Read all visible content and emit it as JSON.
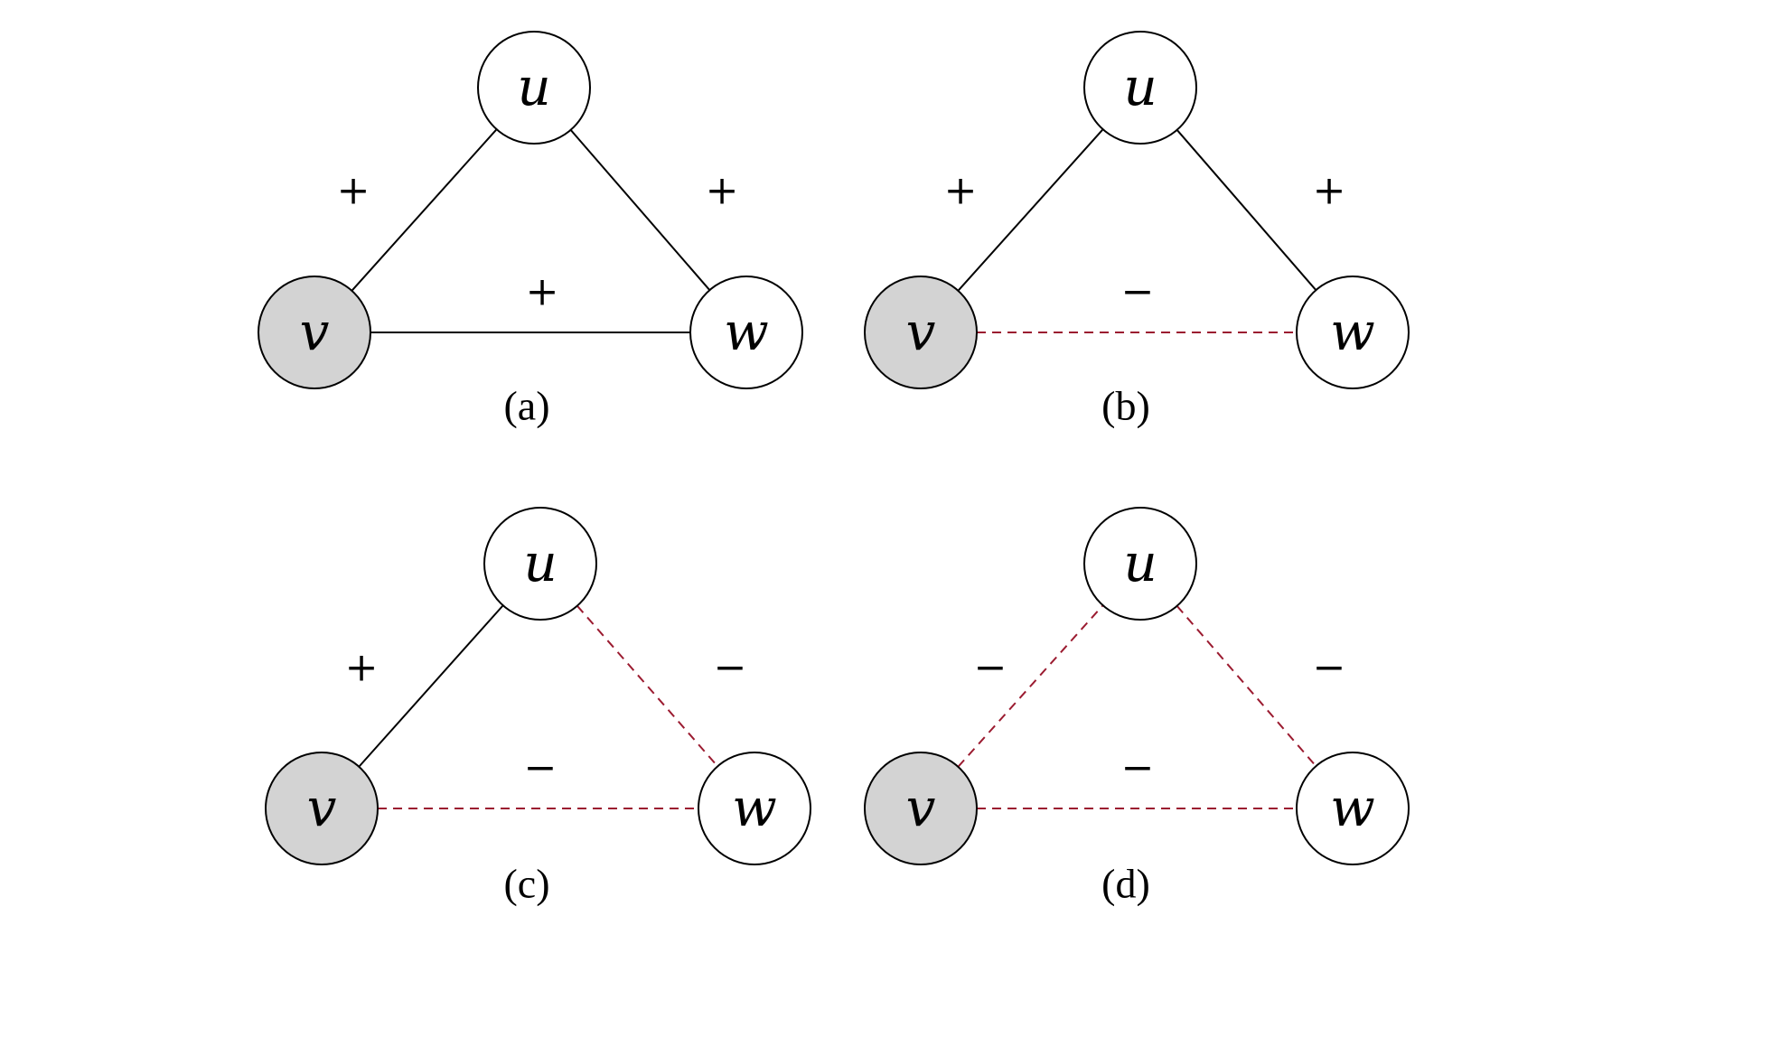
{
  "colors": {
    "highlight_fill": "#d3d3d3",
    "node_fill": "#ffffff",
    "positive_edge": "#000000",
    "negative_edge": "#9b1b30"
  },
  "panels": [
    {
      "caption": "(a)",
      "nodes": {
        "u": "u",
        "v": "v",
        "w": "w"
      },
      "highlighted": "v",
      "edges": [
        {
          "from": "v",
          "to": "u",
          "sign": "+",
          "type": "positive"
        },
        {
          "from": "u",
          "to": "w",
          "sign": "+",
          "type": "positive"
        },
        {
          "from": "v",
          "to": "w",
          "sign": "+",
          "type": "positive"
        }
      ]
    },
    {
      "caption": "(b)",
      "nodes": {
        "u": "u",
        "v": "v",
        "w": "w"
      },
      "highlighted": "v",
      "edges": [
        {
          "from": "v",
          "to": "u",
          "sign": "+",
          "type": "positive"
        },
        {
          "from": "u",
          "to": "w",
          "sign": "+",
          "type": "positive"
        },
        {
          "from": "v",
          "to": "w",
          "sign": "−",
          "type": "negative"
        }
      ]
    },
    {
      "caption": "(c)",
      "nodes": {
        "u": "u",
        "v": "v",
        "w": "w"
      },
      "highlighted": "v",
      "edges": [
        {
          "from": "v",
          "to": "u",
          "sign": "+",
          "type": "positive"
        },
        {
          "from": "u",
          "to": "w",
          "sign": "−",
          "type": "negative"
        },
        {
          "from": "v",
          "to": "w",
          "sign": "−",
          "type": "negative"
        }
      ]
    },
    {
      "caption": "(d)",
      "nodes": {
        "u": "u",
        "v": "v",
        "w": "w"
      },
      "highlighted": "v",
      "edges": [
        {
          "from": "v",
          "to": "u",
          "sign": "−",
          "type": "negative"
        },
        {
          "from": "u",
          "to": "w",
          "sign": "−",
          "type": "negative"
        },
        {
          "from": "v",
          "to": "w",
          "sign": "−",
          "type": "negative"
        }
      ]
    }
  ]
}
